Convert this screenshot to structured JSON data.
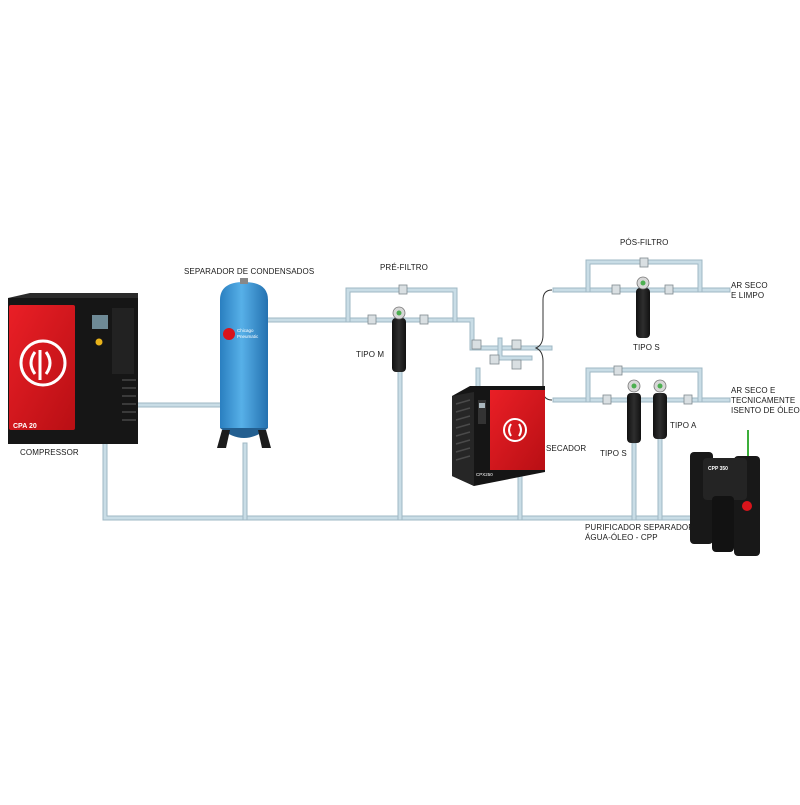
{
  "labels": {
    "separator": "SEPARADOR DE CONDENSADOS",
    "pre_filter": "PRÉ-FILTRO",
    "tipo_m": "TIPO M",
    "compressor": "COMPRESSOR",
    "post_filter": "PÓS-FILTRO",
    "dry_clean_air": [
      "AR SECO",
      "E LIMPO"
    ],
    "tipo_s_top": "TIPO S",
    "dry_oil_free_air": [
      "AR SECO E",
      "TECNICAMENTE",
      "ISENTO DE ÓLEO"
    ],
    "tipo_a": "TIPO A",
    "tipo_s_bottom": "TIPO S",
    "dryer": "SECADOR",
    "purifier": [
      "PURIFICADOR SEPARADOR",
      "ÁGUA-ÓLEO - CPP"
    ]
  },
  "equipment": {
    "compressor_model": "CPA 20",
    "tank_brand": [
      "Chicago",
      "Pneumatic"
    ],
    "dryer_model": "CPX250",
    "purifier_model": "CPP 350"
  },
  "colors": {
    "pipe": "#c9dde6",
    "pipe_edge": "#9fb8c4",
    "brand_red": "#d9141b",
    "body_black": "#1c1c1c",
    "tank_blue": "#3f9ad6"
  }
}
